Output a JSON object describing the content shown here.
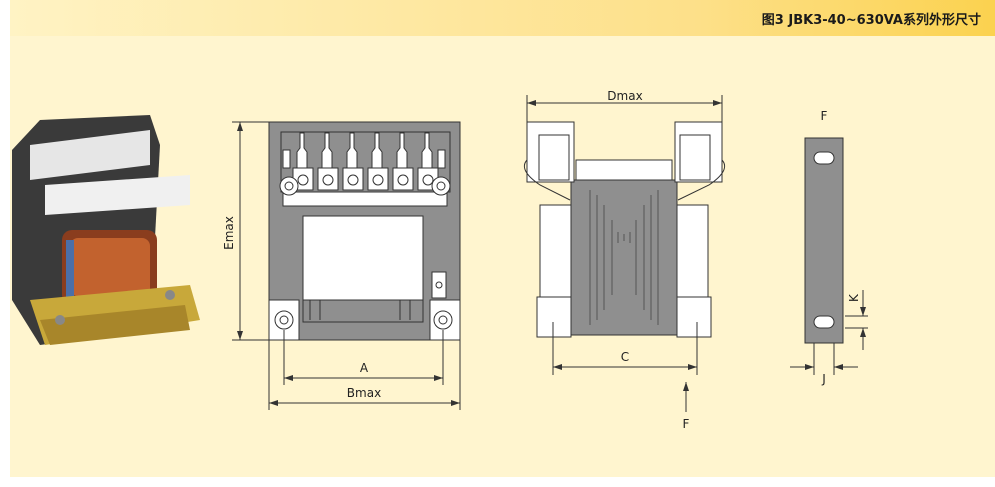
{
  "header": {
    "title": "图3 JBK3-40~630VA系列外形尺寸"
  },
  "labels": {
    "emax": "Emax",
    "a": "A",
    "bmax": "Bmax",
    "dmax": "Dmax",
    "c": "C",
    "f_bottom": "F",
    "f_top": "F",
    "k": "K",
    "j": "J"
  },
  "colors": {
    "panel": "#fff5cf",
    "header_end": "#fbd24f",
    "drawing_gray": "#8a8a8a",
    "line": "#333333"
  }
}
